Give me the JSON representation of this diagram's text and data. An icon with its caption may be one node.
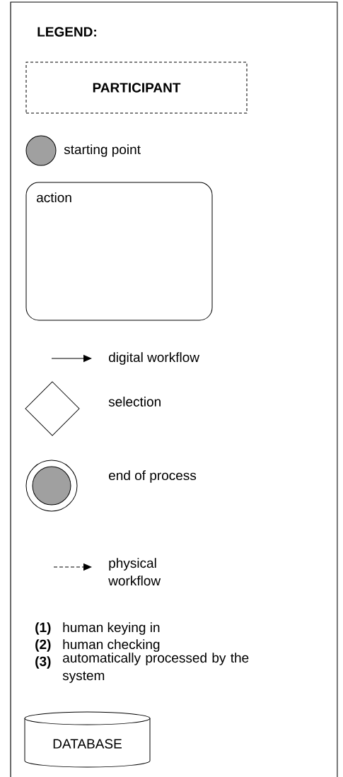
{
  "diagram": {
    "title": "LEGEND:",
    "nodes": [
      {
        "text": [
          "PARTICIPANT"
        ]
      },
      {
        "text": [
          "action"
        ]
      },
      {
        "text": [
          "DATABASE"
        ]
      }
    ],
    "labels": [
      "(1)",
      "human keying in",
      "(2)",
      "human checking",
      "(3)",
      "automatically processed by the system"
    ],
    "legend": [
      {
        "text": "starting point"
      },
      {
        "text": "digital workflow"
      },
      {
        "text": "selection"
      },
      {
        "text": "end of process"
      },
      {
        "text": "physical workflow"
      }
    ]
  }
}
